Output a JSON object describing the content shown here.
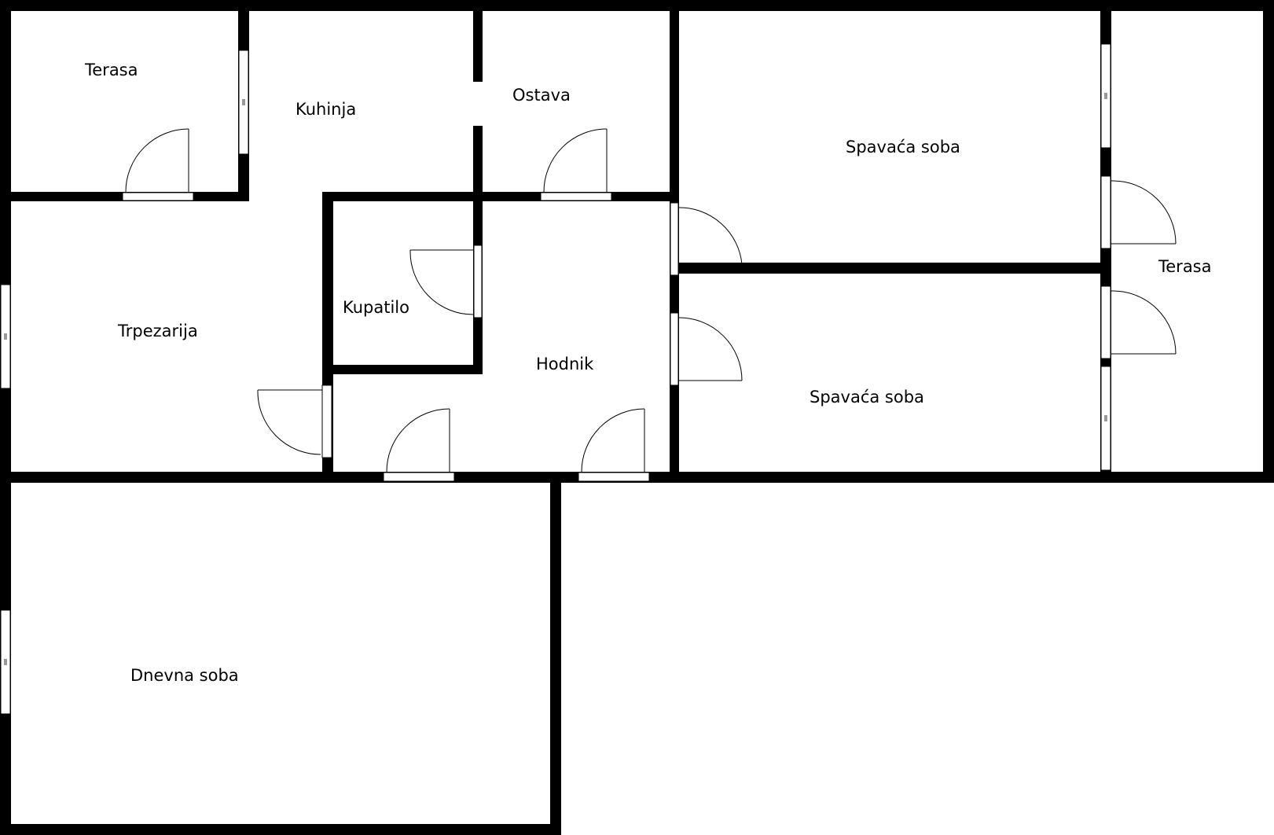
{
  "colors": {
    "wall": "#000000",
    "background": "#ffffff",
    "opening_fill": "#ffffff",
    "window_glass_mark": "#999999"
  },
  "rooms": {
    "terasa_top": "Terasa",
    "kuhinja": "Kuhinja",
    "ostava": "Ostava",
    "spavaca_soba_top": "Spavaća soba",
    "terasa_right": "Terasa",
    "trpezarija": "Trpezarija",
    "kupatilo": "Kupatilo",
    "hodnik": "Hodnik",
    "spavaca_soba_bottom": "Spavaća soba",
    "dnevna_soba": "Dnevna soba"
  }
}
